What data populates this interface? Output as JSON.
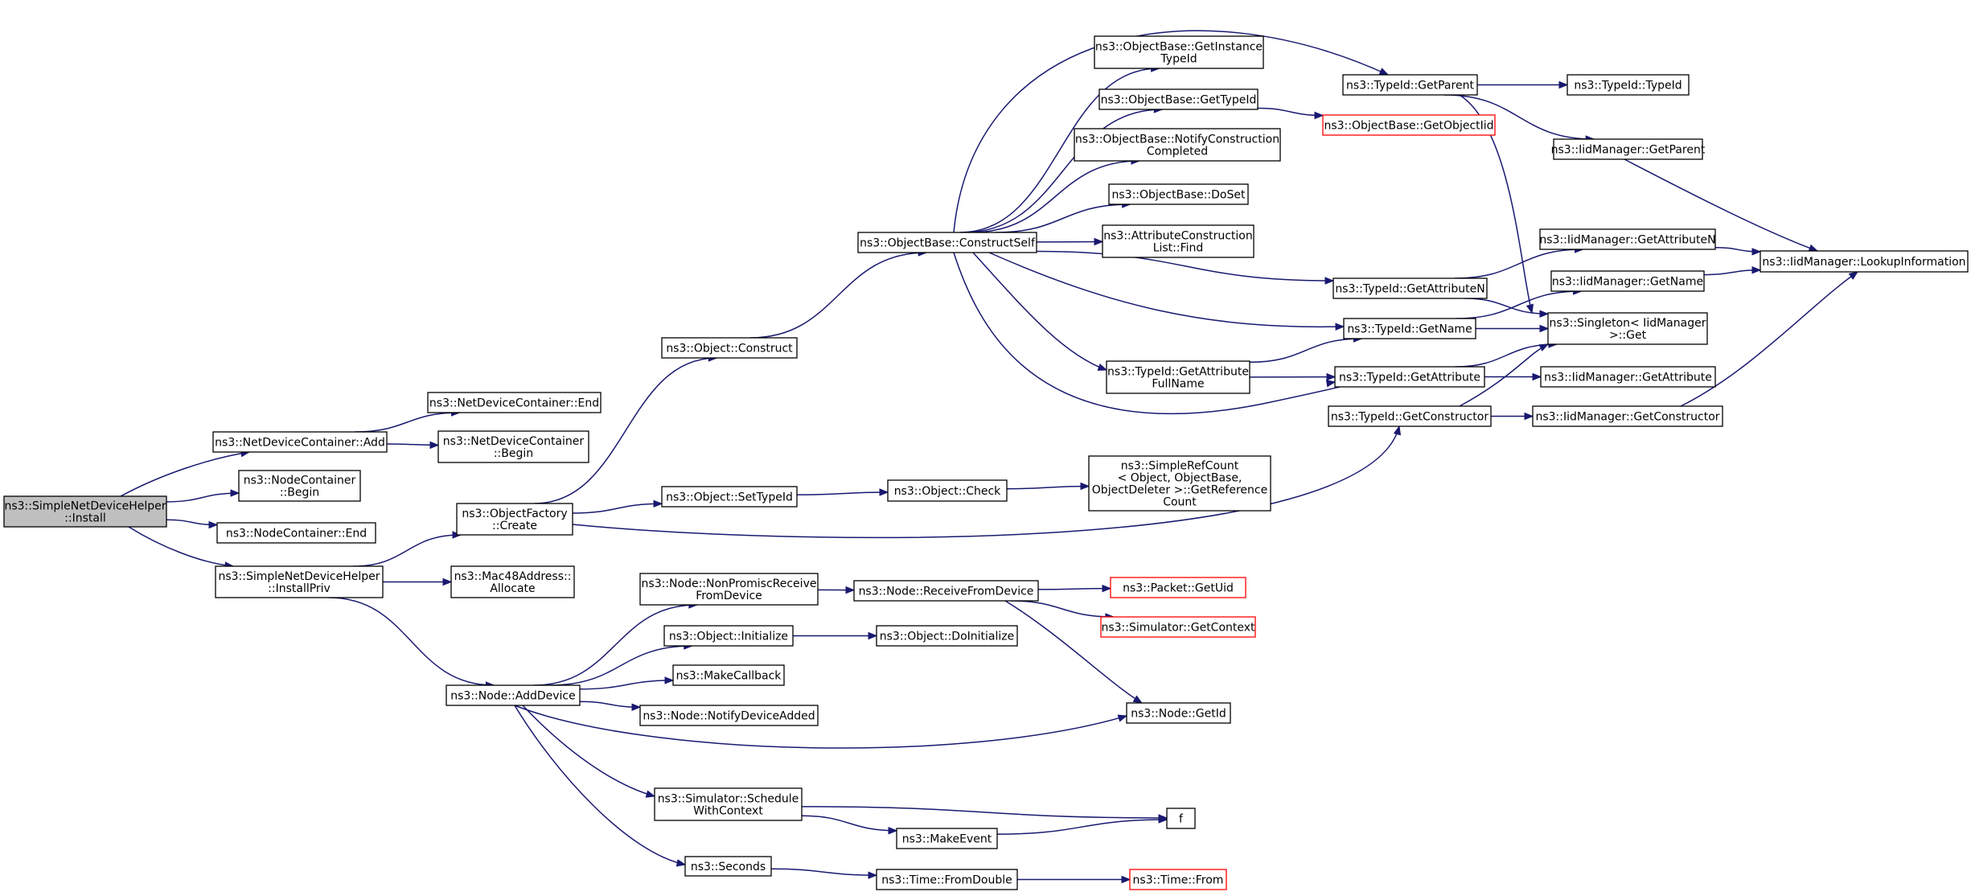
{
  "graph": {
    "nodes": [
      {
        "id": "root",
        "lines": [
          "ns3::SimpleNetDeviceHelper",
          "::Install"
        ],
        "style": "root"
      },
      {
        "id": "ndc_add",
        "lines": [
          "ns3::NetDeviceContainer::Add"
        ]
      },
      {
        "id": "nc_begin",
        "lines": [
          "ns3::NodeContainer",
          "::Begin"
        ]
      },
      {
        "id": "nc_end",
        "lines": [
          "ns3::NodeContainer::End"
        ]
      },
      {
        "id": "installpriv",
        "lines": [
          "ns3::SimpleNetDeviceHelper",
          "::InstallPriv"
        ]
      },
      {
        "id": "ndc_end",
        "lines": [
          "ns3::NetDeviceContainer::End"
        ]
      },
      {
        "id": "ndc_begin",
        "lines": [
          "ns3::NetDeviceContainer",
          "::Begin"
        ]
      },
      {
        "id": "of_create",
        "lines": [
          "ns3::ObjectFactory",
          "::Create"
        ]
      },
      {
        "id": "mac48",
        "lines": [
          "ns3::Mac48Address::",
          "Allocate"
        ]
      },
      {
        "id": "node_adddevice",
        "lines": [
          "ns3::Node::AddDevice"
        ]
      },
      {
        "id": "obj_construct",
        "lines": [
          "ns3::Object::Construct"
        ]
      },
      {
        "id": "obj_settypeid",
        "lines": [
          "ns3::Object::SetTypeId"
        ]
      },
      {
        "id": "node_npr",
        "lines": [
          "ns3::Node::NonPromiscReceive",
          "FromDevice"
        ]
      },
      {
        "id": "obj_initialize",
        "lines": [
          "ns3::Object::Initialize"
        ]
      },
      {
        "id": "makecallback",
        "lines": [
          "ns3::MakeCallback"
        ]
      },
      {
        "id": "node_notify",
        "lines": [
          "ns3::Node::NotifyDeviceAdded"
        ]
      },
      {
        "id": "sim_schedule",
        "lines": [
          "ns3::Simulator::Schedule",
          "WithContext"
        ]
      },
      {
        "id": "seconds",
        "lines": [
          "ns3::Seconds"
        ]
      },
      {
        "id": "ob_constructself",
        "lines": [
          "ns3::ObjectBase::ConstructSelf"
        ]
      },
      {
        "id": "obj_check",
        "lines": [
          "ns3::Object::Check"
        ]
      },
      {
        "id": "node_rfd",
        "lines": [
          "ns3::Node::ReceiveFromDevice"
        ]
      },
      {
        "id": "obj_doinit",
        "lines": [
          "ns3::Object::DoInitialize"
        ]
      },
      {
        "id": "makeevent",
        "lines": [
          "ns3::MakeEvent"
        ]
      },
      {
        "id": "time_fromdouble",
        "lines": [
          "ns3::Time::FromDouble"
        ]
      },
      {
        "id": "ob_getinstance",
        "lines": [
          "ns3::ObjectBase::GetInstance",
          "TypeId"
        ]
      },
      {
        "id": "ob_gettypeid",
        "lines": [
          "ns3::ObjectBase::GetTypeId"
        ]
      },
      {
        "id": "ob_notifyconstr",
        "lines": [
          "ns3::ObjectBase::NotifyConstruction",
          "Completed"
        ]
      },
      {
        "id": "ob_doset",
        "lines": [
          "ns3::ObjectBase::DoSet"
        ]
      },
      {
        "id": "acl_find",
        "lines": [
          "ns3::AttributeConstruction",
          "List::Find"
        ]
      },
      {
        "id": "tid_getattrfullname",
        "lines": [
          "ns3::TypeId::GetAttribute",
          "FullName"
        ]
      },
      {
        "id": "srefcount",
        "lines": [
          "ns3::SimpleRefCount",
          "< Object, ObjectBase,",
          " ObjectDeleter >::GetReference",
          "Count"
        ]
      },
      {
        "id": "packet_getuid",
        "lines": [
          "ns3::Packet::GetUid"
        ],
        "style": "trunc"
      },
      {
        "id": "sim_getcontext",
        "lines": [
          "ns3::Simulator::GetContext"
        ],
        "style": "trunc"
      },
      {
        "id": "node_getid",
        "lines": [
          "ns3::Node::GetId"
        ]
      },
      {
        "id": "f",
        "lines": [
          "f"
        ]
      },
      {
        "id": "time_from",
        "lines": [
          "ns3::Time::From"
        ],
        "style": "trunc"
      },
      {
        "id": "ob_getobjectiid",
        "lines": [
          "ns3::ObjectBase::GetObjectIid"
        ],
        "style": "trunc"
      },
      {
        "id": "tid_getparent",
        "lines": [
          "ns3::TypeId::GetParent"
        ]
      },
      {
        "id": "tid_getattributen",
        "lines": [
          "ns3::TypeId::GetAttributeN"
        ]
      },
      {
        "id": "tid_getname",
        "lines": [
          "ns3::TypeId::GetName"
        ]
      },
      {
        "id": "tid_getattribute",
        "lines": [
          "ns3::TypeId::GetAttribute"
        ]
      },
      {
        "id": "tid_getconstructor",
        "lines": [
          "ns3::TypeId::GetConstructor"
        ]
      },
      {
        "id": "tid_typeid",
        "lines": [
          "ns3::TypeId::TypeId"
        ]
      },
      {
        "id": "iid_getparent",
        "lines": [
          "ns3::IidManager::GetParent"
        ]
      },
      {
        "id": "iid_getattributen",
        "lines": [
          "ns3::IidManager::GetAttributeN"
        ]
      },
      {
        "id": "iid_getname",
        "lines": [
          "ns3::IidManager::GetName"
        ]
      },
      {
        "id": "singleton_get",
        "lines": [
          "ns3::Singleton< IidManager",
          " >::Get"
        ]
      },
      {
        "id": "iid_getattribute",
        "lines": [
          "ns3::IidManager::GetAttribute"
        ]
      },
      {
        "id": "iid_getconstructor",
        "lines": [
          "ns3::IidManager::GetConstructor"
        ]
      },
      {
        "id": "iid_lookup",
        "lines": [
          "ns3::IidManager::LookupInformation"
        ]
      }
    ],
    "edges": [
      [
        "root",
        "ndc_add"
      ],
      [
        "root",
        "nc_begin"
      ],
      [
        "root",
        "nc_end"
      ],
      [
        "root",
        "installpriv"
      ],
      [
        "ndc_add",
        "ndc_end"
      ],
      [
        "ndc_add",
        "ndc_begin"
      ],
      [
        "installpriv",
        "of_create"
      ],
      [
        "installpriv",
        "mac48"
      ],
      [
        "installpriv",
        "node_adddevice"
      ],
      [
        "of_create",
        "obj_construct"
      ],
      [
        "of_create",
        "obj_settypeid"
      ],
      [
        "of_create",
        "tid_getconstructor"
      ],
      [
        "obj_construct",
        "ob_constructself"
      ],
      [
        "obj_settypeid",
        "obj_check"
      ],
      [
        "obj_check",
        "srefcount"
      ],
      [
        "node_adddevice",
        "node_npr"
      ],
      [
        "node_adddevice",
        "obj_initialize"
      ],
      [
        "node_adddevice",
        "makecallback"
      ],
      [
        "node_adddevice",
        "node_notify"
      ],
      [
        "node_adddevice",
        "node_getid"
      ],
      [
        "node_adddevice",
        "sim_schedule"
      ],
      [
        "node_adddevice",
        "seconds"
      ],
      [
        "node_npr",
        "node_rfd"
      ],
      [
        "node_rfd",
        "packet_getuid"
      ],
      [
        "node_rfd",
        "sim_getcontext"
      ],
      [
        "node_rfd",
        "node_getid"
      ],
      [
        "obj_initialize",
        "obj_doinit"
      ],
      [
        "sim_schedule",
        "f"
      ],
      [
        "sim_schedule",
        "makeevent"
      ],
      [
        "makeevent",
        "f"
      ],
      [
        "seconds",
        "time_fromdouble"
      ],
      [
        "time_fromdouble",
        "time_from"
      ],
      [
        "ob_constructself",
        "ob_getinstance"
      ],
      [
        "ob_constructself",
        "ob_gettypeid"
      ],
      [
        "ob_constructself",
        "ob_notifyconstr"
      ],
      [
        "ob_constructself",
        "ob_doset"
      ],
      [
        "ob_constructself",
        "acl_find"
      ],
      [
        "ob_constructself",
        "tid_getparent"
      ],
      [
        "ob_constructself",
        "tid_getattributen"
      ],
      [
        "ob_constructself",
        "tid_getname"
      ],
      [
        "ob_constructself",
        "tid_getattrfullname"
      ],
      [
        "ob_constructself",
        "tid_getattribute"
      ],
      [
        "ob_gettypeid",
        "ob_getobjectiid"
      ],
      [
        "tid_getattrfullname",
        "tid_getname"
      ],
      [
        "tid_getattrfullname",
        "tid_getattribute"
      ],
      [
        "tid_getparent",
        "tid_typeid"
      ],
      [
        "tid_getparent",
        "iid_getparent"
      ],
      [
        "tid_getparent",
        "singleton_get"
      ],
      [
        "tid_getattributen",
        "iid_getattributen"
      ],
      [
        "tid_getattributen",
        "singleton_get"
      ],
      [
        "tid_getname",
        "iid_getname"
      ],
      [
        "tid_getname",
        "singleton_get"
      ],
      [
        "tid_getattribute",
        "iid_getattribute"
      ],
      [
        "tid_getattribute",
        "singleton_get"
      ],
      [
        "tid_getconstructor",
        "iid_getconstructor"
      ],
      [
        "tid_getconstructor",
        "singleton_get"
      ],
      [
        "iid_getparent",
        "iid_lookup"
      ],
      [
        "iid_getattributen",
        "iid_lookup"
      ],
      [
        "iid_getname",
        "iid_lookup"
      ],
      [
        "iid_getconstructor",
        "iid_lookup"
      ]
    ]
  }
}
